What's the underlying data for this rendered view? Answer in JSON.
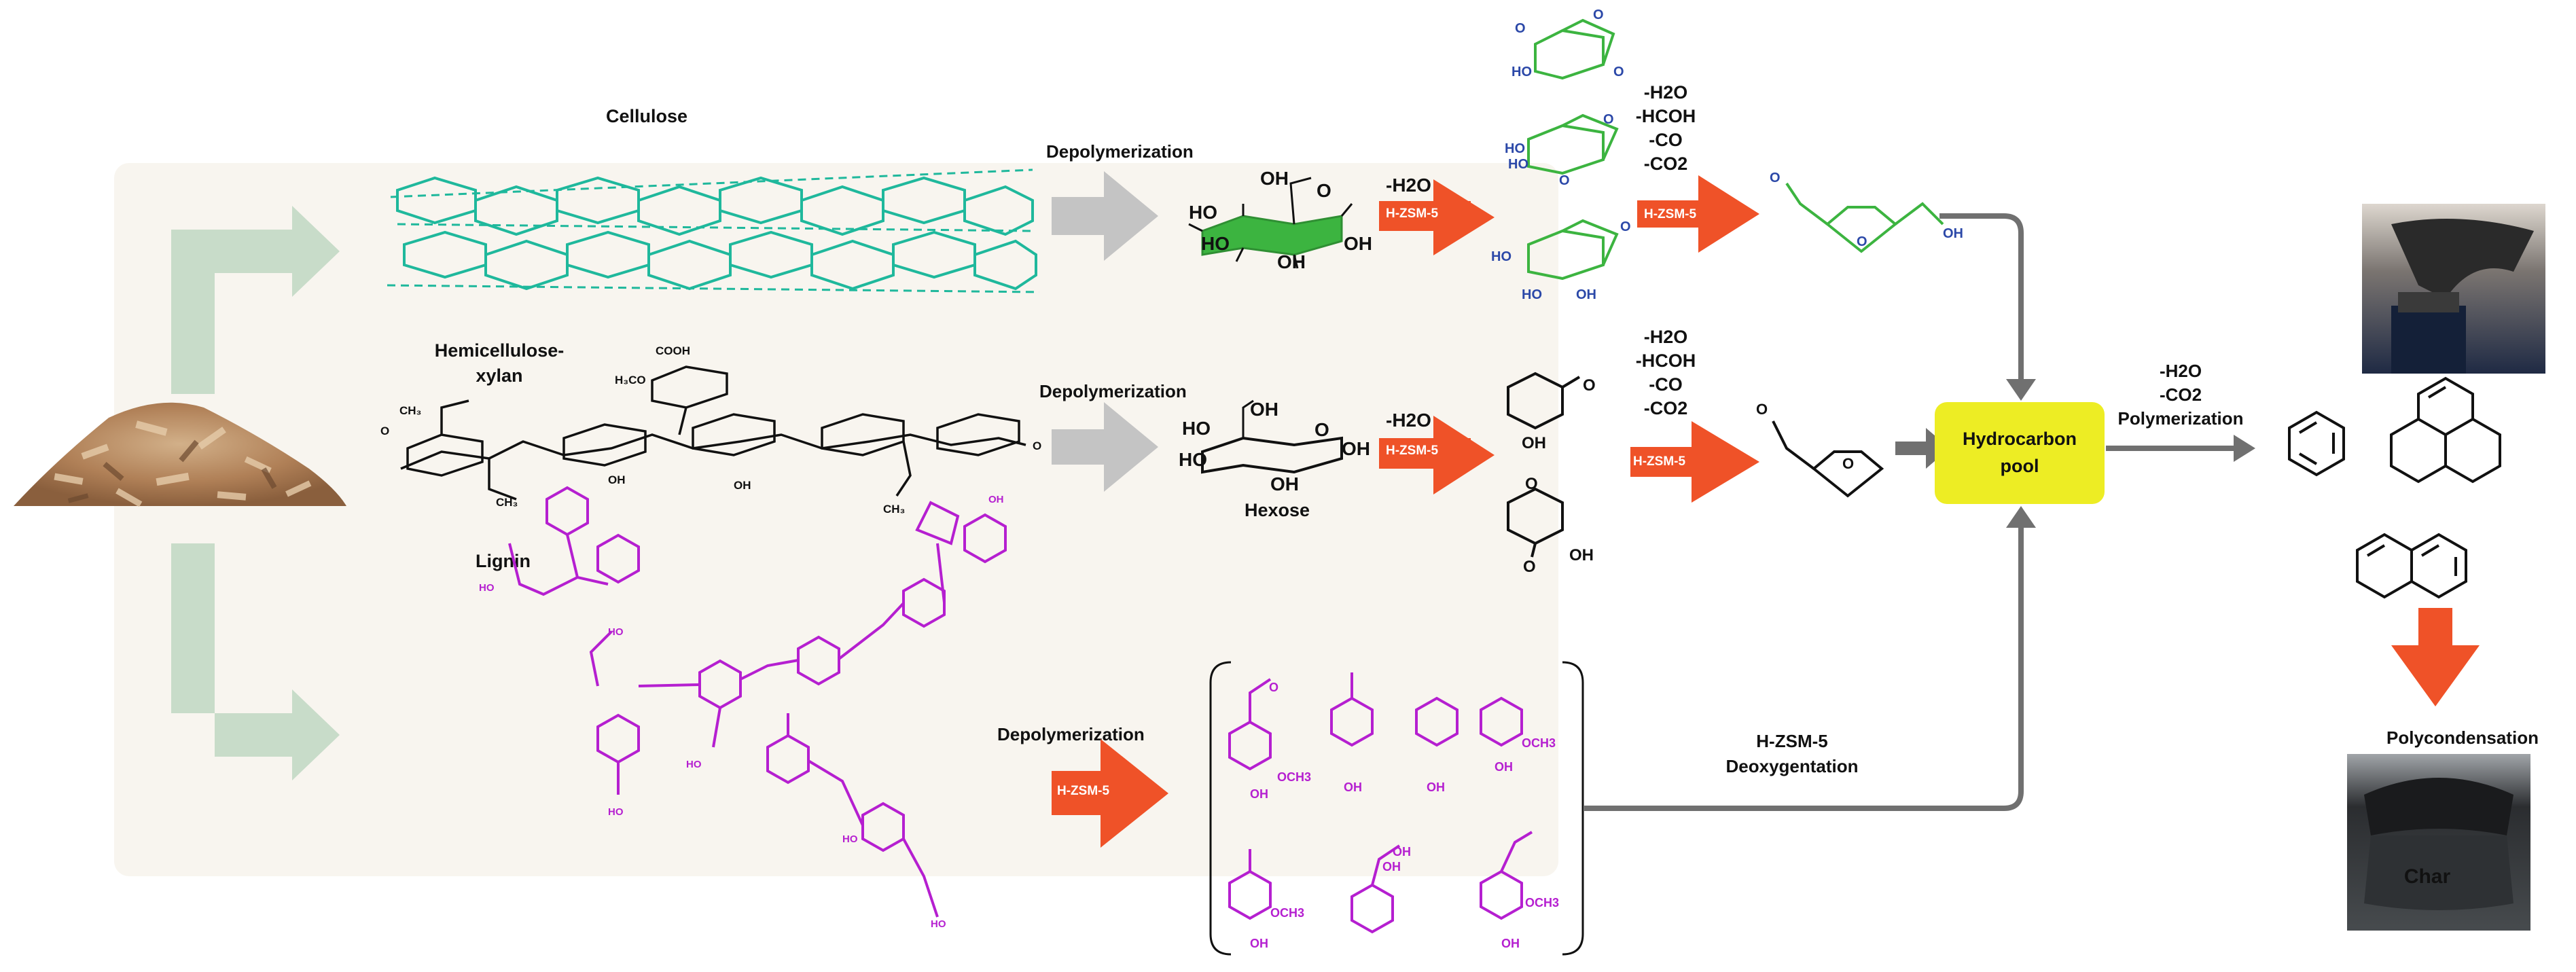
{
  "labels": {
    "cellulose": "Cellulose",
    "hemicellulose_line1": "Hemicellulose-",
    "hemicellulose_line2": "xylan",
    "lignin": "Lignin",
    "depoly_1": "Depolymerization",
    "depoly_2": "Depolymerization",
    "depoly_3": "Depolymerization",
    "hexose": "Hexose",
    "h2o_1": "-H2O",
    "h2o_2": "-H2O",
    "cat_tag": "H-ZSM-5",
    "upper_losses": [
      "-H2O",
      "-HCOH",
      "-CO",
      "-CO2"
    ],
    "middle_losses": [
      "-H2O",
      "-HCOH",
      "-CO",
      "-CO2"
    ],
    "hydrocarbon_pool": [
      "Hydrocarbon",
      "pool"
    ],
    "aromatization": [
      "-H2O",
      "-CO2",
      "Polymerization"
    ],
    "deoxygenation": [
      "H-ZSM-5",
      "Deoxygentation"
    ],
    "polycondensation": "Polycondensation",
    "char": "Char",
    "oh": "OH",
    "ho": "HO",
    "och3": "OCH3"
  },
  "colors": {
    "green_arrow": "#c8dcc9",
    "beige_panel": "#f8f5ef",
    "gray_arrow": "#c4c4c4",
    "orange_arrow": "#ef5228",
    "pool_fill": "#eded24",
    "connector": "#707070",
    "cellulose": "#1fb89c",
    "levoglucosan": "#2b48a8",
    "furan": "#3cb440",
    "lignin": "#b51fd0",
    "black": "#111111"
  },
  "icons": {
    "wood_chips": "wood-chip-pile-image",
    "oil_photo": "bio-oil-vial-photo",
    "char_photo": "char-crucible-photo"
  }
}
